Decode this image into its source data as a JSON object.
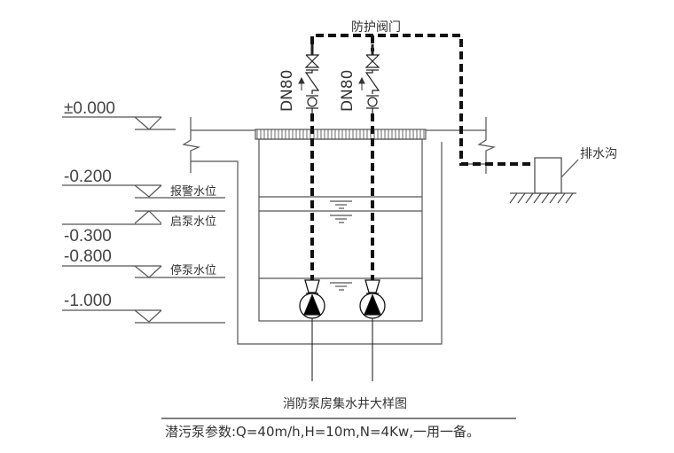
{
  "drawing": {
    "title": "消防泵房集水井大样图",
    "pump_params": "潜污泵参数:Q=40m/h,H=10m,N=4Kw,一用一备。",
    "valve_label": "防护阀门",
    "drain_label": "排水沟",
    "pipe_labels": [
      "DN80",
      "DN80"
    ],
    "elevations": [
      {
        "value": "±0.000"
      },
      {
        "value": "-0.200",
        "label": "报警水位"
      },
      {
        "value": "-0.300",
        "label": "启泵水位"
      },
      {
        "value": "-0.800",
        "label": "停泵水位"
      },
      {
        "value": "-1.000"
      }
    ]
  }
}
